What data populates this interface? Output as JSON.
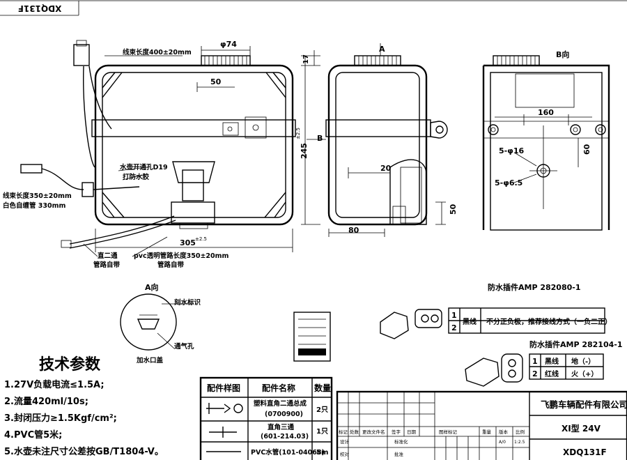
{
  "drawing_code_flipped": "XDQ131F",
  "front_view": {
    "dim_cap_dia": "φ74",
    "dim_cap_h": "17",
    "dim_width": "305",
    "dim_width_tol": "±2.5",
    "dim_height": "245",
    "dim_height_tol": "±2.5",
    "dim_50": "50",
    "harness_len_top": "线束长度400±20mm",
    "harness_len_left": "线束长度350±20mm",
    "white_tube": "白色自缠管 330mm",
    "hole_label": "水壶开通孔D19",
    "glue_label": "打防水胶",
    "pvc_label": "pvc透明管路长度350±20mm",
    "pvc_wrap": "管路自带",
    "tee_label": "直二通",
    "tee_wrap": "管路自带"
  },
  "side_view": {
    "label_a": "A",
    "label_b": "B",
    "dim_20": "20",
    "dim_50": "50",
    "dim_80": "80"
  },
  "b_view": {
    "title": "B向",
    "dim_160": "160",
    "dim_60": "60",
    "holes_16": "5-φ16",
    "holes_65": "5-φ6.5"
  },
  "a_view": {
    "title": "A向",
    "mark_label": "刻水标识",
    "vent_label": "通气孔",
    "cap_label": "加水口盖"
  },
  "connector1": {
    "title": "防水插件AMP 282080-1",
    "rows": [
      {
        "n": "1",
        "c": "黑线",
        "desc": "不分正负极，推荐接线方式（一负二正）"
      },
      {
        "n": "2",
        "c": "",
        "desc": ""
      }
    ]
  },
  "connector2": {
    "title": "防水插件AMP 282104-1",
    "rows": [
      {
        "n": "1",
        "c": "黑线",
        "desc": "地（-）"
      },
      {
        "n": "2",
        "c": "红线",
        "desc": "火（+）"
      }
    ]
  },
  "tech": {
    "title": "技术参数",
    "items": [
      "1.27V负载电流≤1.5A;",
      "2.流量420ml/10s;",
      "3.封闭压力≥1.5Kgf/cm²;",
      "4.PVC管5米;",
      "5.水壶未注尺寸公差按GB/T1804-V。"
    ]
  },
  "parts": {
    "headers": [
      "配件样图",
      "配件名称",
      "数量"
    ],
    "rows": [
      {
        "name1": "塑料直角二通总成",
        "name2": "(0700900)",
        "qty": "2只"
      },
      {
        "name1": "直角三通",
        "name2": "(601-214.03)",
        "qty": "1只"
      },
      {
        "name1": "PVC水管(101-04068)",
        "name2": "",
        "qty": "5m"
      }
    ]
  },
  "title_block": {
    "company": "飞鹏车辆配件有限公司",
    "model": "XI型 24V",
    "code": "XDQ131F",
    "row_labels": [
      "标记",
      "处数",
      "更改文件名",
      "签字",
      "日期"
    ],
    "row_design": "设计",
    "row_std": "标准化",
    "row_check": "校对",
    "row_approve": "批准",
    "col_heads": [
      "图样标记",
      "重量",
      "版本",
      "比例"
    ],
    "ver": "A/0",
    "scale": "1:2.5"
  }
}
